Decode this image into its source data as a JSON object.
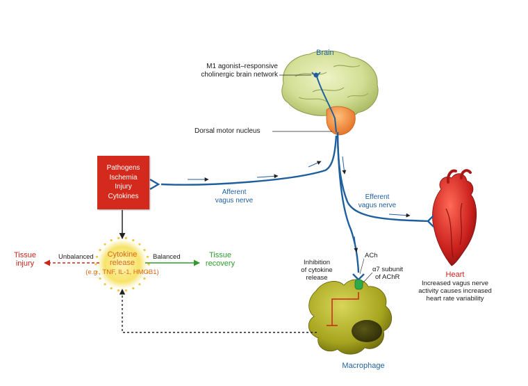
{
  "diagram": {
    "stimuli": [
      "Pathogens",
      "Ischemia",
      "Injury",
      "Cytokines"
    ],
    "brain_label": "Brain",
    "m1_label": [
      "M1 agonist–responsive",
      "cholinergic brain network"
    ],
    "dmn_label": "Dorsal motor nucleus",
    "afferent_label": [
      "Afferent",
      "vagus nerve"
    ],
    "efferent_label": [
      "Efferent",
      "vagus nerve"
    ],
    "cytokine_label": [
      "Cytokine",
      "release"
    ],
    "cytokine_examples": "(e.g., TNF, IL-1, HMGB1)",
    "unbalanced_label": "Unbalanced",
    "balanced_label": "Balanced",
    "tissue_injury_label": [
      "Tissue",
      "injury"
    ],
    "tissue_recovery_label": [
      "Tissue",
      "recovery"
    ],
    "inhibition_label": [
      "Inhibition",
      "of cytokine",
      "release"
    ],
    "ach_label": "ACh",
    "a7_label": [
      "α7 subunit",
      "of AChR"
    ],
    "heart_label": "Heart",
    "heart_caption": [
      "Increased vagus nerve",
      "activity causes increased",
      "heart rate variability"
    ],
    "macrophage_label": "Macrophage"
  },
  "colors": {
    "nerve": "#1f5f9e",
    "stimulus_box": "#d42a1e",
    "tissue_injury": "#c8261b",
    "tissue_recovery": "#2e9a2e",
    "cytokine_text": "#d9661a",
    "cytokine_glow": "#f7e36a",
    "brain": "#cfdc8e",
    "brainstem": "#f08a3c",
    "heart": "#c9201c",
    "macrophage": "#a7a51e",
    "receptor": "#2faa4a"
  }
}
